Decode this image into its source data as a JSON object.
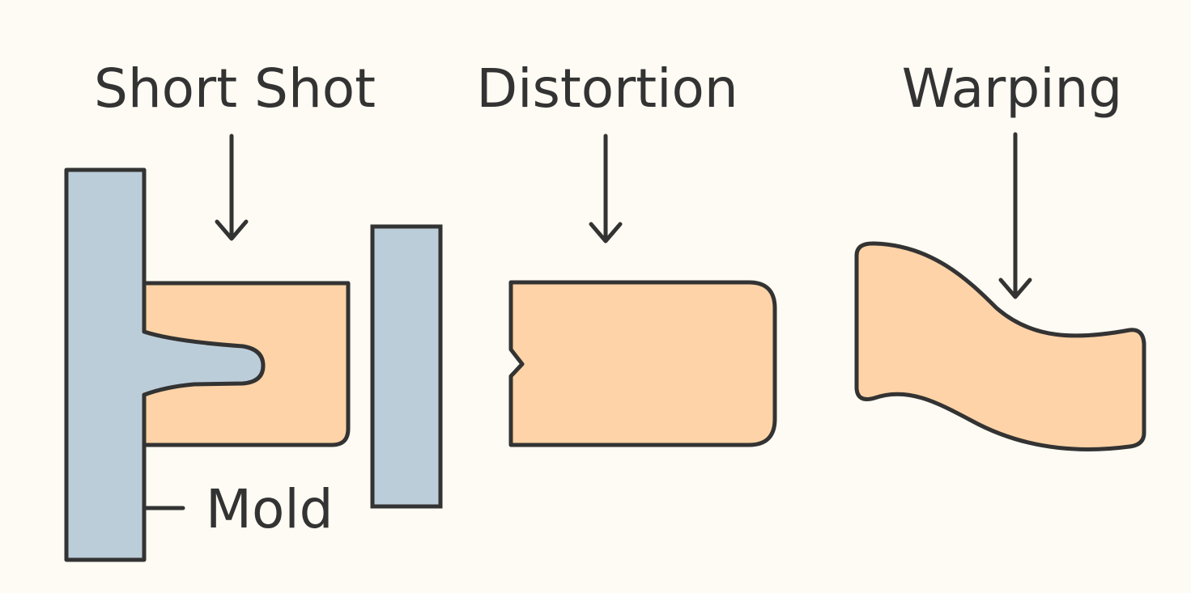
{
  "labels": {
    "short_shot": "Short Shot",
    "distortion": "Distortion",
    "warping": "Warping",
    "mold": "Mold"
  },
  "colors": {
    "background": "#fdfbf3",
    "mold_fill": "#bccdda",
    "part_fill": "#fdd3a7",
    "outline": "#333333"
  }
}
